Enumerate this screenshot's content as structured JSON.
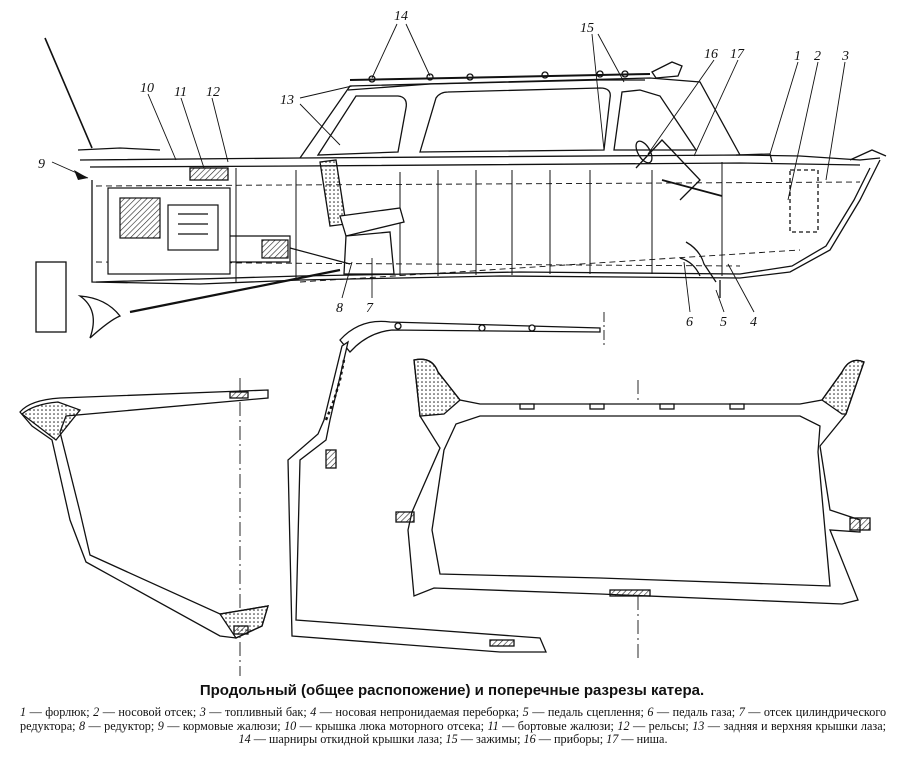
{
  "callouts": [
    "1",
    "2",
    "3",
    "4",
    "5",
    "6",
    "7",
    "8",
    "9",
    "10",
    "11",
    "12",
    "13",
    "14",
    "15",
    "16",
    "17"
  ],
  "title": "Продольный (общее распопожение) и поперечные разрезы катера.",
  "legend": [
    {
      "num": "1",
      "text": "форлюк;"
    },
    {
      "num": "2",
      "text": "носовой отсек;"
    },
    {
      "num": "3",
      "text": "топливный бак;"
    },
    {
      "num": "4",
      "text": "носовая непронидаемая переборка;"
    },
    {
      "num": "5",
      "text": "педаль сцеплення;"
    },
    {
      "num": "6",
      "text": "педаль газа;"
    },
    {
      "num": "7",
      "text": "отсек цилиндрического редуктора;"
    },
    {
      "num": "8",
      "text": "редуктор;"
    },
    {
      "num": "9",
      "text": "кормовые жалюзи;"
    },
    {
      "num": "10",
      "text": "крышка люка моторного отсека;"
    },
    {
      "num": "11",
      "text": "бортовые жалюзи;"
    },
    {
      "num": "12",
      "text": "рельсы;"
    },
    {
      "num": "13",
      "text": "задняя и верхняя крышки лаза;"
    },
    {
      "num": "14",
      "text": "шарниры откидной крышки лаза;"
    },
    {
      "num": "15",
      "text": "зажимы;"
    },
    {
      "num": "16",
      "text": "приборы;"
    },
    {
      "num": "17",
      "text": "ниша."
    }
  ]
}
